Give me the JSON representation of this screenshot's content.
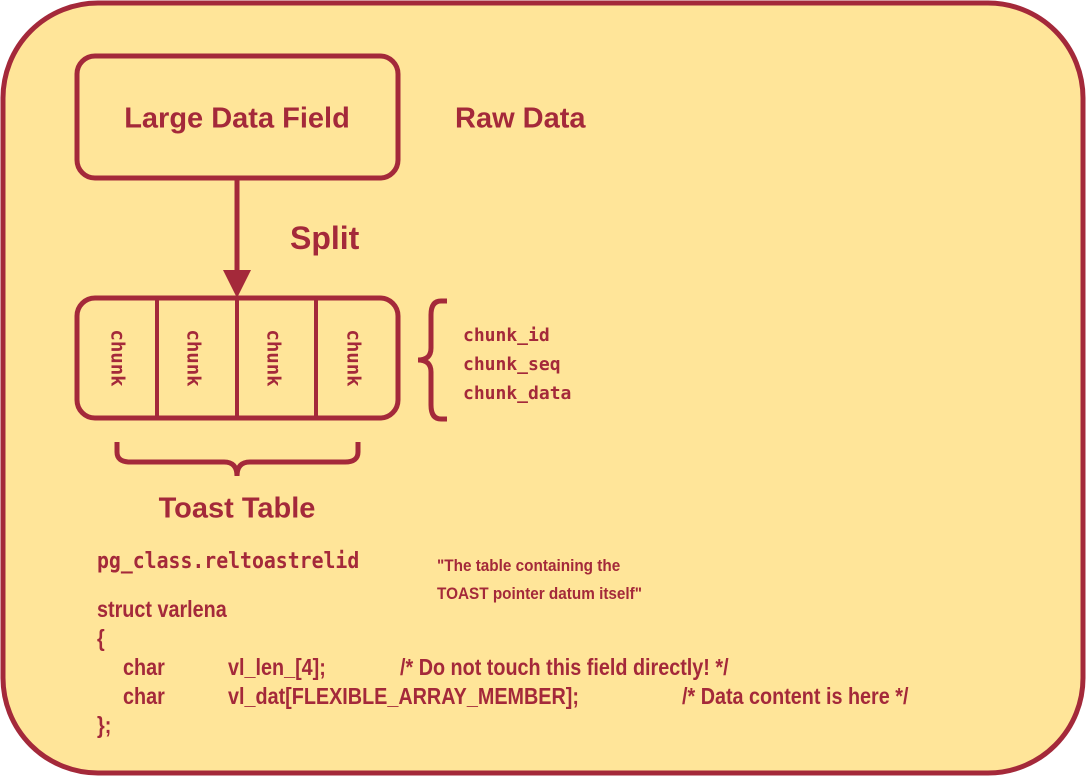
{
  "colors": {
    "background": "#ffe599",
    "stroke": "#a4293a"
  },
  "large_data_field": "Large Data Field",
  "raw_data": "Raw Data",
  "split": "Split",
  "chunks": [
    "chunk",
    "chunk",
    "chunk",
    "chunk"
  ],
  "chunk_fields": [
    "chunk_id",
    "chunk_seq",
    "chunk_data"
  ],
  "toast_table": "Toast Table",
  "reltoastrelid": "pg_class.reltoastrelid",
  "quote": [
    "\"The table containing the",
    "TOAST pointer datum itself\""
  ],
  "code": {
    "struct": "struct varlena",
    "open": "{",
    "line1": {
      "type": "char",
      "decl": "vl_len_[4];",
      "comment": "/* Do not touch this field directly! */"
    },
    "line2": {
      "type": "char",
      "decl": "vl_dat[FLEXIBLE_ARRAY_MEMBER];",
      "comment": "/* Data content is here */"
    },
    "close": "};"
  }
}
